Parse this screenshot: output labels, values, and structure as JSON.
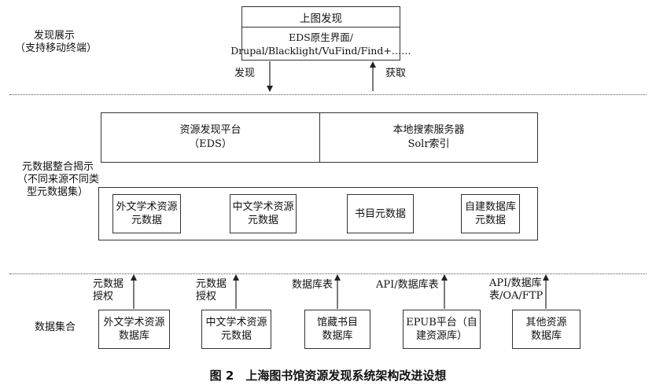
{
  "top": {
    "header": "上图发现",
    "line1": "EDS原生界面/",
    "line2": "Drupal/Blacklight/VuFind/Find+……",
    "discover": "发现",
    "acquire": "获取"
  },
  "section_labels": {
    "display": "发现展示",
    "display_sub": "（支持移动终端）",
    "integration1": "元数据整合揭示",
    "integration2": "（不同来源不同类",
    "integration3": "型元数据集）",
    "collection": "数据集合"
  },
  "platform": {
    "eds_line1": "资源发现平台",
    "eds_line2": "（EDS）",
    "solr_line1": "本地搜索服务器",
    "solr_line2": "Solr索引"
  },
  "metadata": [
    {
      "line1": "外文学术资源",
      "line2": "元数据"
    },
    {
      "line1": "中文学术资源",
      "line2": "元数据"
    },
    {
      "line1": "书目元数据",
      "line2": ""
    },
    {
      "line1": "自建数据库",
      "line2": "元数据"
    }
  ],
  "sources": [
    {
      "line1": "外文学术资源",
      "line2": "数据库",
      "arrow1": "元数据",
      "arrow2": "授权"
    },
    {
      "line1": "中文学术资源",
      "line2": "元数据",
      "arrow1": "元数据",
      "arrow2": "授权"
    },
    {
      "line1": "馆藏书目",
      "line2": "数据库",
      "arrow1": "数据库表",
      "arrow2": ""
    },
    {
      "line1": "EPUB平台（自",
      "line2": "建资源库）",
      "arrow1": "API/数据库表",
      "arrow2": ""
    },
    {
      "line1": "其他资源",
      "line2": "数据库",
      "arrow1": "API/数据库",
      "arrow2": "表/OA/FTP"
    }
  ],
  "caption": "图 2　上海图书馆资源发现系统架构改进设想"
}
